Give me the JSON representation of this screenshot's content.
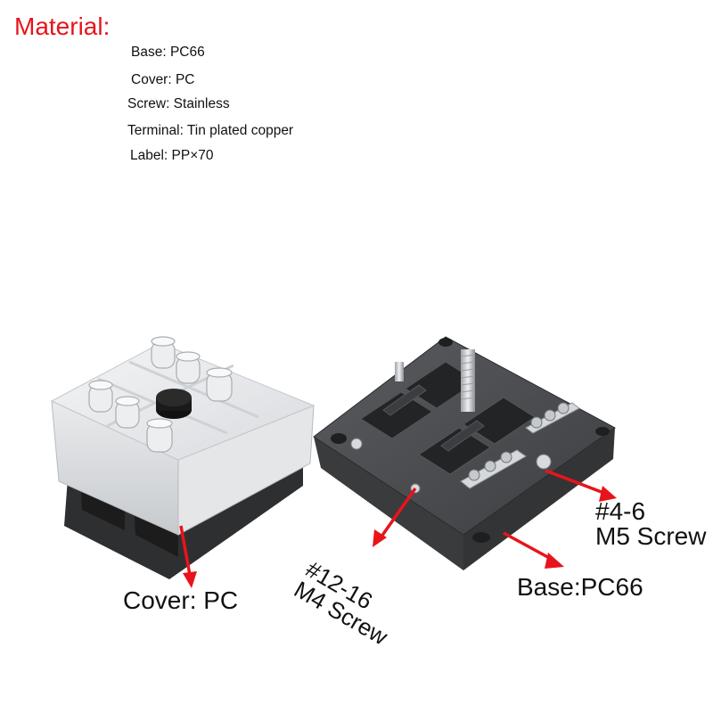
{
  "material": {
    "title": "Material:",
    "specs": [
      "Base: PC66",
      "Cover: PC",
      "Screw: Stainless",
      "Terminal: Tin plated copper",
      "Label: PP×70"
    ]
  },
  "callouts": {
    "cover": "Cover: PC",
    "screw_small_line1": "#12-16",
    "screw_small_line2": "M4 Screw",
    "screw_large_line1": "#4-6",
    "screw_large_line2": "M5 Screw",
    "base": "Base:PC66"
  },
  "colors": {
    "title_red": "#e8141b",
    "arrow_red": "#e8141b",
    "base_gray": "#4a4b4e"
  }
}
